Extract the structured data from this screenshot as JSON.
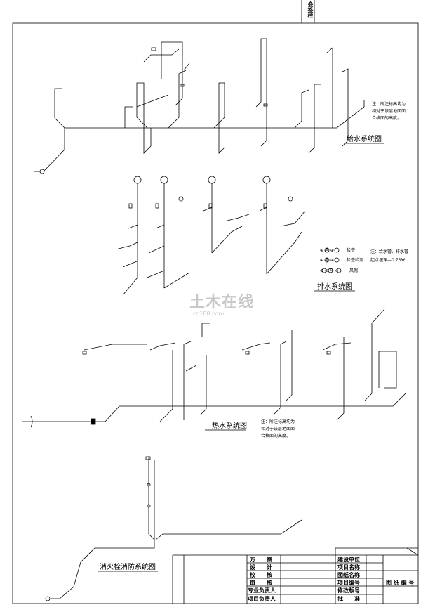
{
  "colors": {
    "ink": "#000000",
    "paper": "#ffffff",
    "watermark": "#c8c8c8"
  },
  "stamp": {
    "text": "会签栏"
  },
  "watermark": {
    "text": "土木在线",
    "url": "co188.com"
  },
  "diagrams": [
    {
      "title": "给水系统图",
      "note_lines": [
        "注：所注标高均为",
        "相对于该层地面面",
        "合格面的高度。"
      ]
    },
    {
      "title": "排水系统图",
      "legend": [
        {
          "symbol": "⊕ 与 ⊕",
          "text": "检查"
        },
        {
          "symbol": "⊕ 与 ⊕",
          "text": "检查检测"
        },
        {
          "symbol": "⊕ ⊕ 与 ⊕",
          "text": "风帽"
        }
      ],
      "note_lines": [
        "注：给水管、排水管",
        "起点埋深—0.75米"
      ]
    },
    {
      "title": "热水系统图",
      "note_lines": [
        "注：所注标高均为",
        "相对于该层地面面",
        "合格面的高度。"
      ]
    },
    {
      "title": "消火栓消防系统图"
    }
  ],
  "title_block": {
    "roles": [
      "方　　案",
      "设　　计",
      "校　　核",
      "审　　核",
      "专业负责人",
      "项目负责人"
    ],
    "fields": [
      "建设单位",
      "项目名称",
      "图纸名称",
      "项目编号",
      "修改版号",
      "批　　准"
    ],
    "drawing_no_label": "图 纸 编 号"
  }
}
